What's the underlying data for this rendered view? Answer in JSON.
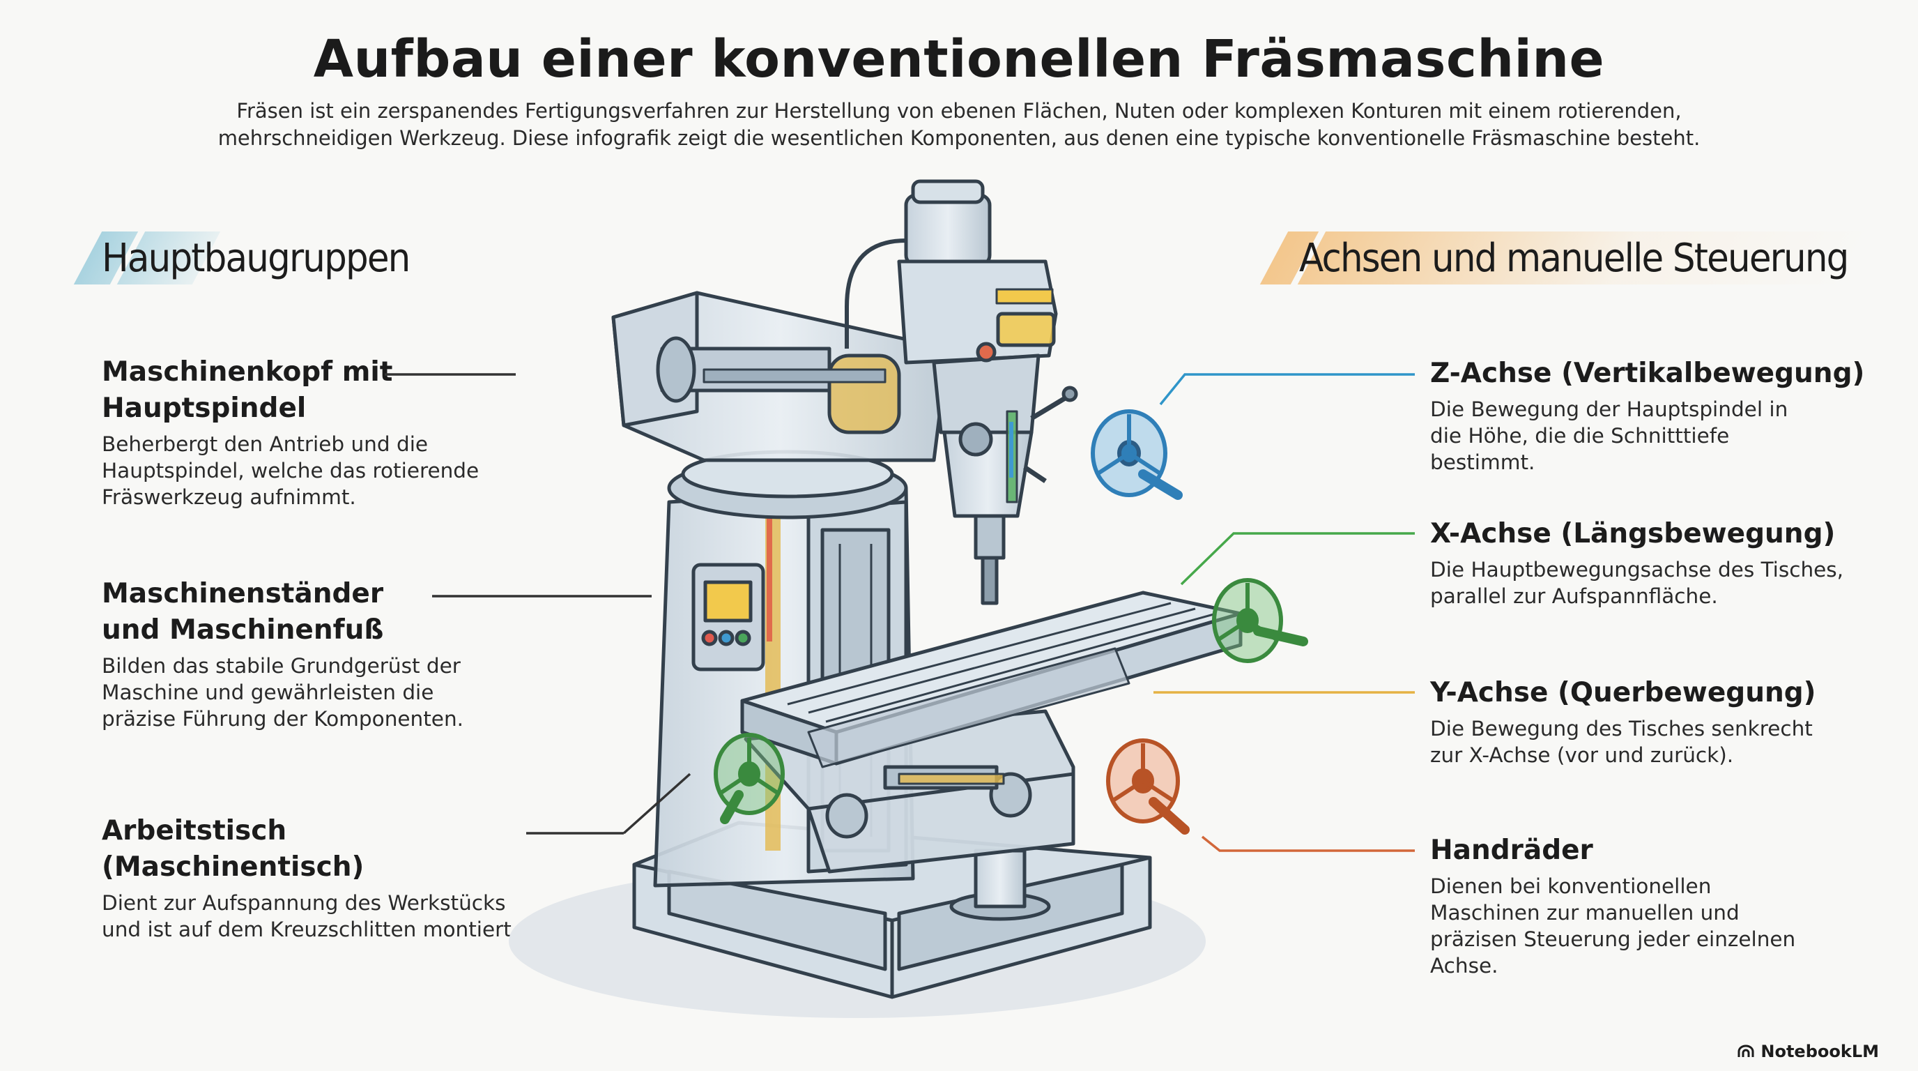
{
  "title": "Aufbau einer konventionellen Fräsmaschine",
  "intro": "Fräsen ist ein zerspanendes Fertigungsverfahren zur Herstellung von ebenen Flächen, Nuten oder komplexen Konturen mit einem rotierenden, mehrschneidigen Werkzeug. Diese infografik zeigt die wesentlichen Komponenten, aus denen eine typische konventionelle Fräsmaschine besteht.",
  "left_section": {
    "heading": "Hauptbaugruppen",
    "accent": "#a9d3e0",
    "items": [
      {
        "title": "Maschinenkopf mit Hauptspindel",
        "text": "Beherbergt den Antrieb und die Hauptspindel, welche das rotierende Fräswerkzeug aufnimmt."
      },
      {
        "title": "Maschinenständer und Maschinenfuß",
        "text": "Bilden das stabile Grundgerüst der Maschine und gewährleisten die präzise Führung der Komponenten."
      },
      {
        "title": "Arbeitstisch (Maschinentisch)",
        "text": "Dient zur Aufspannung des Werkstücks und ist auf dem Kreuzschlitten montiert."
      }
    ]
  },
  "right_section": {
    "heading": "Achsen und manuelle Steuerung",
    "accent": "#f3c78d",
    "items": [
      {
        "title": "Z-Achse (Vertikalbewegung)",
        "text": "Die Bewegung der Hauptspindel in die Höhe, die die Schnitttiefe bestimmt.",
        "color": "#2f95c9"
      },
      {
        "title": "X-Achse (Längsbewegung)",
        "text": "Die Hauptbewegungsachse des Tisches, parallel zur Aufspannfläche.",
        "color": "#46a84a"
      },
      {
        "title": "Y-Achse (Querbewegung)",
        "text": "Die Bewegung des Tisches senkrecht zur X-Achse (vor und zurück).",
        "color": "#e5b243"
      },
      {
        "title": "Handräder",
        "text": "Dienen bei konventionellen Maschinen zur manuellen und präzisen Steuerung jeder einzelnen Achse.",
        "color": "#d2673a"
      }
    ]
  },
  "brand": {
    "name": "NotebookLM",
    "icon": "notebooklm-logo-icon"
  },
  "colors": {
    "background": "#f8f8f6",
    "machine_fill": "#d8e2ea",
    "machine_stroke": "#33404c",
    "leader_left": "#333333"
  }
}
